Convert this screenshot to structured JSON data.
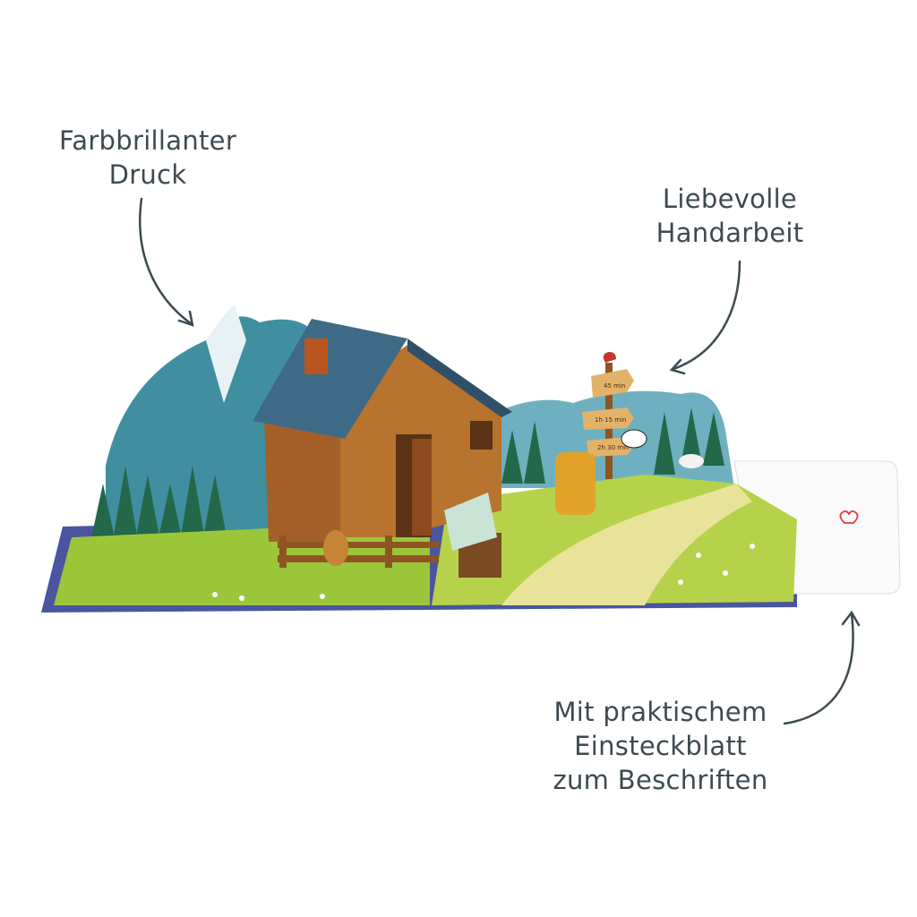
{
  "annotations": {
    "print": {
      "lines": [
        "Farbbrillanter",
        "Druck"
      ]
    },
    "handmade": {
      "lines": [
        "Liebevolle",
        "Handarbeit"
      ]
    },
    "insert": {
      "lines": [
        "Mit praktischem",
        "Einsteckblatt",
        "zum Beschriften"
      ]
    }
  },
  "signpost": {
    "signs": [
      "45 min",
      "1h 15 min",
      "2h 30 min"
    ]
  },
  "colors": {
    "text": "#3d4a50",
    "arrow": "#3d4a50",
    "card_base": "#4a55a0",
    "meadow": "#9cc63a",
    "path": "#e9e39a",
    "roof": "#3f6a86",
    "wood": "#a5602a",
    "mountain": "#3f8fa0",
    "insert_heart": "#e03a3a"
  }
}
